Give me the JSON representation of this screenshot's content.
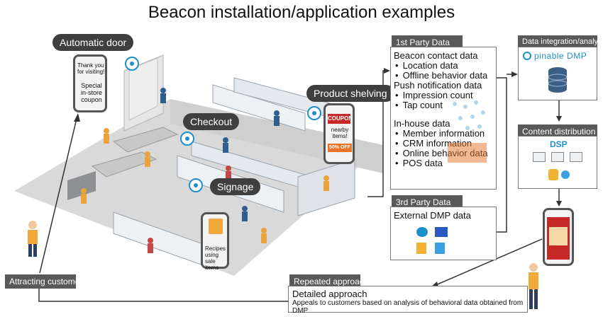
{
  "title": "Beacon installation/application examples",
  "callouts": {
    "automatic_door": "Automatic door",
    "checkout": "Checkout",
    "signage": "Signage",
    "product_shelving": "Product shelving"
  },
  "phones": {
    "door_phone": {
      "greeting": "Thank you for visiting!",
      "offer": "Special in-store coupon"
    },
    "shelf_phone": {
      "coupon": "COUPON",
      "nearby": "nearby items!",
      "discount": "50% OFF"
    },
    "signage_phone": {
      "text": "Recipes using sale items"
    }
  },
  "first_party": {
    "header": "1st Party Data",
    "groups": [
      {
        "title": "Beacon contact data",
        "items": [
          "Location data",
          "Offline behavior data"
        ]
      },
      {
        "title": "Push notification data",
        "items": [
          "Impression count",
          "Tap count"
        ]
      },
      {
        "title": "In-house data",
        "items": [
          "Member information",
          "CRM information",
          "Online behavior data",
          "POS data"
        ]
      }
    ]
  },
  "third_party": {
    "header": "3rd Party Data",
    "body": "External DMP data"
  },
  "integration": {
    "header": "Data integration/analysis",
    "brand": "pinable DMP"
  },
  "distribution": {
    "header": "Content distribution",
    "label": "DSP"
  },
  "attracting": {
    "label": "Attracting customers"
  },
  "repeated": {
    "header": "Repeated approach",
    "title": "Detailed approach",
    "desc": "Appeals to customers based on analysis of behavioral data obtained from DMP"
  },
  "colors": {
    "header": "#595959",
    "pill": "#3f3f3f",
    "accent_blue": "#1f8fc9",
    "coupon_red": "#c62828",
    "coupon_orange": "#e8742a"
  },
  "icons": [
    "beacon-icon",
    "database-icon",
    "dmp-logo-icon",
    "dsp-icon",
    "cloud-icon"
  ]
}
